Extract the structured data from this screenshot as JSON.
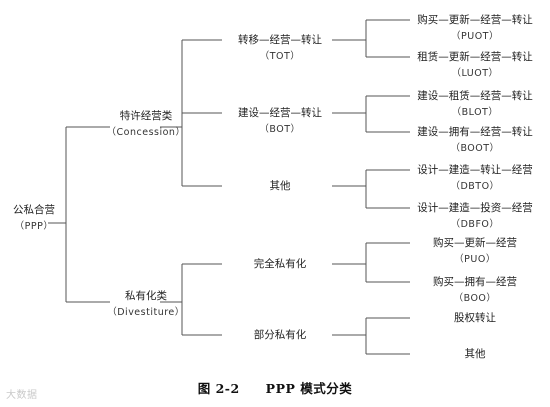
{
  "diagram": {
    "root": {
      "label": "公私合营",
      "sub": "（PPP）"
    },
    "concession": {
      "label": "特许经营类",
      "sub": "（Concession）",
      "tot": {
        "label": "转移—经营—转让",
        "sub": "（TOT）",
        "puot": {
          "label": "购买—更新—经营—转让",
          "sub": "（PUOT）"
        },
        "luot": {
          "label": "租赁—更新—经营—转让",
          "sub": "（LUOT）"
        }
      },
      "bot": {
        "label": "建设—经营—转让",
        "sub": "（BOT）",
        "blot": {
          "label": "建设—租赁—经营—转让",
          "sub": "（BLOT）"
        },
        "boot": {
          "label": "建设—拥有—经营—转让",
          "sub": "（BOOT）"
        }
      },
      "other": {
        "label": "其他",
        "dbto": {
          "label": "设计—建造—转让—经营",
          "sub": "（DBTO）"
        },
        "dbfo": {
          "label": "设计—建造—投资—经营",
          "sub": "（DBFO）"
        }
      }
    },
    "divestiture": {
      "label": "私有化类",
      "sub": "（Divestiture）",
      "full": {
        "label": "完全私有化",
        "puo": {
          "label": "购买—更新—经营",
          "sub": "（PUO）"
        },
        "boo": {
          "label": "购买—拥有—经营",
          "sub": "（BOO）"
        }
      },
      "partial": {
        "label": "部分私有化",
        "equity": {
          "label": "股权转让"
        },
        "other": {
          "label": "其他"
        }
      }
    }
  },
  "caption": "图 2-2　　PPP 模式分类",
  "watermark": "大数据"
}
